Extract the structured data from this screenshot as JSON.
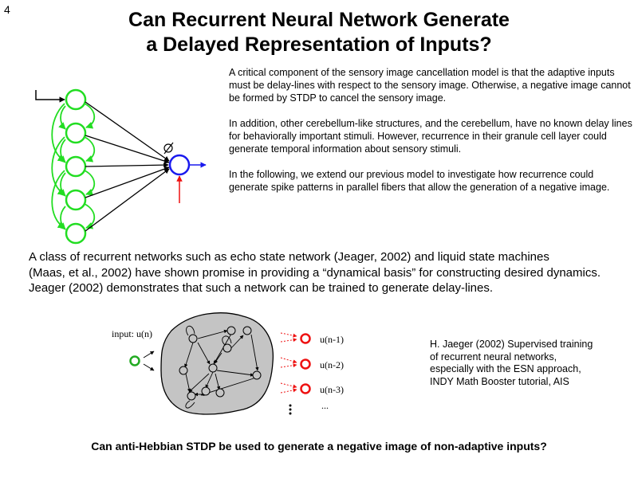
{
  "slide": {
    "page_number": "4",
    "title_lines": [
      "Can Recurrent Neural Network Generate",
      "a Delayed Representation of Inputs?"
    ],
    "intro_paragraphs": [
      "A critical component of the sensory image cancellation model is that the adaptive inputs must be delay-lines with respect to the sensory image. Otherwise, a negative image cannot be formed by STDP to cancel the sensory image.",
      "In addition, other cerebellum-like structures, and the cerebellum, have no known delay lines for behaviorally important stimuli. However, recurrence in their granule cell layer could generate temporal information about sensory stimuli.",
      "In the following, we extend our previous model to investigate how recurrence could generate spike patterns in parallel fibers that allow the generation of a negative image."
    ],
    "echo_state_lines": [
      "A class of recurrent networks such as echo state network (Jeager, 2002) and liquid state machines",
      "(Maas, et al., 2002) have shown promise in providing a “dynamical basis” for constructing desired dynamics.",
      "Jeager (2002) demonstrates that such a network can be trained to generate delay-lines."
    ],
    "reference_lines": [
      "H. Jaeger (2002) Supervised training",
      "of recurrent neural networks,",
      "especially with the ESN approach,",
      "INDY Math Booster tutorial, AIS"
    ],
    "closing_question": "Can anti-Hebbian STDP be used to generate a negative image of non-adaptive inputs?"
  },
  "esn_diagram": {
    "input_label": "input: u(n)",
    "output_labels": [
      "u(n-1)",
      "u(n-2)",
      "u(n-3)"
    ],
    "ellipsis": "..."
  },
  "colors": {
    "green_neuron": "#22dd22",
    "blue_neuron": "#1a1aee",
    "red_input": "#ee1111",
    "reservoir_fill": "#c4c4c4"
  }
}
